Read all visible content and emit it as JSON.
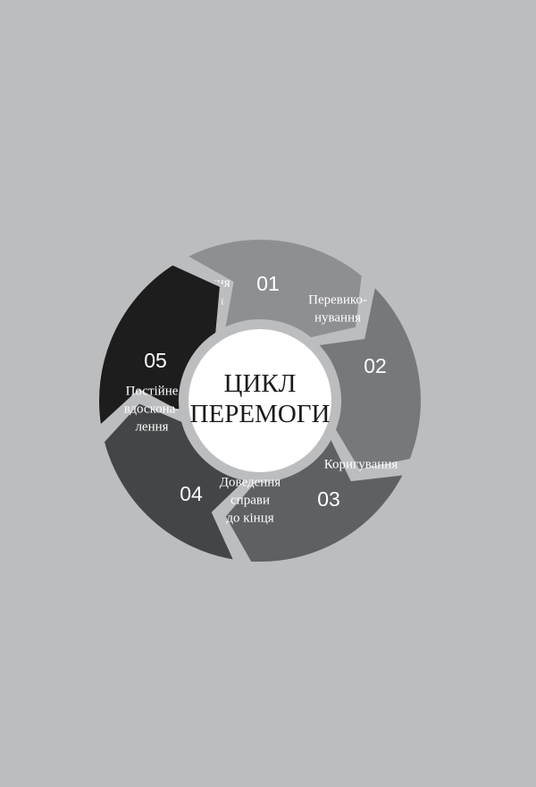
{
  "diagram": {
    "center": {
      "line1": "ЦИКЛ",
      "line2": "ПЕРЕМОГИ"
    },
    "segments": [
      {
        "number": "01",
        "label_lines": [
          "Ухвалення",
          "рішення"
        ],
        "color": "#8e8f92"
      },
      {
        "number": "02",
        "label_lines": [
          "Перевико-",
          "нування"
        ],
        "color": "#77787b"
      },
      {
        "number": "03",
        "label_lines": [
          "Коригування"
        ],
        "color": "#5f6063"
      },
      {
        "number": "04",
        "label_lines": [
          "Доведення",
          "справи",
          "до кінця"
        ],
        "color": "#444547"
      },
      {
        "number": "05",
        "label_lines": [
          "Постійне",
          "вдоскона-",
          "лення"
        ],
        "color": "#1d1d1e"
      }
    ],
    "colors": {
      "background": "#bcbdbf",
      "center_fill": "#ffffff",
      "gap": "#bcbdbf"
    }
  }
}
